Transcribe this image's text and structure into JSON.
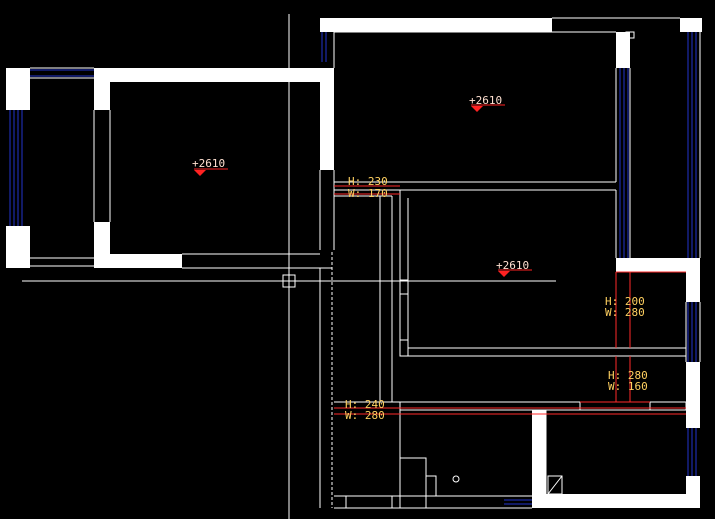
{
  "drawing": {
    "background": "#000000",
    "colors": {
      "wall": "#ffffff",
      "window": "#2233cc",
      "opening": "#ff2a2a",
      "dimension_text": "#ffd060",
      "elevation_text": "#ffe0d0",
      "crosshair": "#ffffff"
    },
    "elevations": [
      {
        "id": "room-left",
        "label": "+2610"
      },
      {
        "id": "room-top-right",
        "label": "+2610"
      },
      {
        "id": "room-middle",
        "label": "+2610"
      }
    ],
    "openings": [
      {
        "id": "opening-1",
        "h_label": "H: 230",
        "w_label": "W: 170"
      },
      {
        "id": "opening-2",
        "h_label": "H: 200",
        "w_label": "W: 280"
      },
      {
        "id": "opening-3",
        "h_label": "H: 280",
        "w_label": "W: 160"
      },
      {
        "id": "opening-4",
        "h_label": "H: 240",
        "w_label": "W: 280"
      }
    ],
    "cursor": {
      "icon": "crosshair-cursor-icon"
    }
  }
}
